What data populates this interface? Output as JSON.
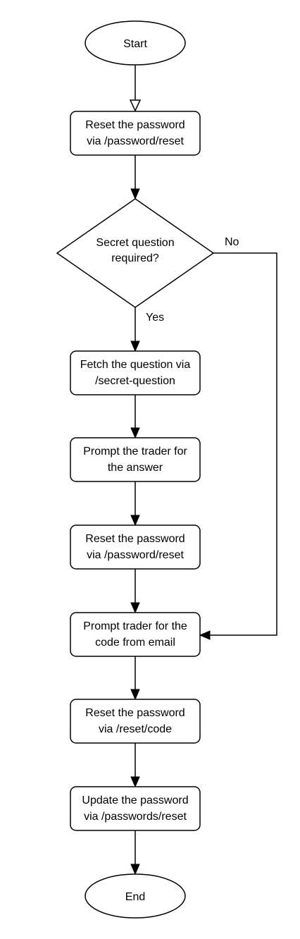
{
  "diagram": {
    "nodes": {
      "start": {
        "shape": "terminal",
        "lines": [
          "Start"
        ]
      },
      "reset_password_1": {
        "shape": "process",
        "lines": [
          "Reset the password",
          "via /password/reset"
        ]
      },
      "secret_question": {
        "shape": "decision",
        "lines": [
          "Secret question",
          "required?"
        ]
      },
      "fetch_question": {
        "shape": "process",
        "lines": [
          "Fetch the question via",
          "/secret-question"
        ]
      },
      "prompt_answer": {
        "shape": "process",
        "lines": [
          "Prompt the trader for",
          "the answer"
        ]
      },
      "reset_password_2": {
        "shape": "process",
        "lines": [
          "Reset the password",
          "via /password/reset"
        ]
      },
      "prompt_code": {
        "shape": "process",
        "lines": [
          "Prompt trader for the",
          "code from email"
        ]
      },
      "reset_code": {
        "shape": "process",
        "lines": [
          "Reset the password",
          "via /reset/code"
        ]
      },
      "update_password": {
        "shape": "process",
        "lines": [
          "Update the password",
          "via /passwords/reset"
        ]
      },
      "end": {
        "shape": "terminal",
        "lines": [
          "End"
        ]
      }
    },
    "edges": {
      "start_to_reset": {
        "from": "start",
        "to": "reset_password_1",
        "label": ""
      },
      "reset_to_decision": {
        "from": "reset_password_1",
        "to": "secret_question",
        "label": ""
      },
      "decision_yes": {
        "from": "secret_question",
        "to": "fetch_question",
        "label": "Yes"
      },
      "decision_no": {
        "from": "secret_question",
        "to": "prompt_code",
        "label": "No"
      },
      "fetch_to_prompt": {
        "from": "fetch_question",
        "to": "prompt_answer",
        "label": ""
      },
      "prompt_to_reset2": {
        "from": "prompt_answer",
        "to": "reset_password_2",
        "label": ""
      },
      "reset2_to_code": {
        "from": "reset_password_2",
        "to": "prompt_code",
        "label": ""
      },
      "code_to_resetcode": {
        "from": "prompt_code",
        "to": "reset_code",
        "label": ""
      },
      "resetcode_to_update": {
        "from": "reset_code",
        "to": "update_password",
        "label": ""
      },
      "update_to_end": {
        "from": "update_password",
        "to": "end",
        "label": ""
      }
    }
  }
}
